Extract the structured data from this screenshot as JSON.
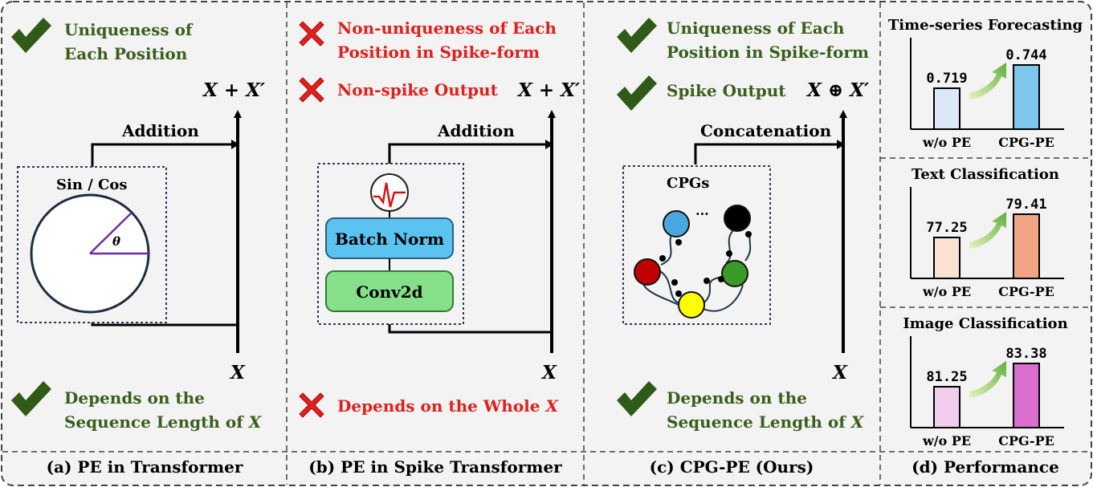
{
  "panels": {
    "a": {
      "caption": "(a) PE in Transformer",
      "good_top": [
        "Uniqueness of",
        "Each Position"
      ],
      "good_bottom": [
        "Depends on the",
        "Sequence Length of "
      ],
      "x_var": "X",
      "sum_label": "X + X′",
      "x_label": "X",
      "op_label": "Addition",
      "box_label": "Sin / Cos",
      "theta": "θ"
    },
    "b": {
      "caption": "(b) PE in Spike Transformer",
      "bad_1": [
        "Non-uniqueness of Each",
        "Position in Spike-form"
      ],
      "bad_2": "Non-spike Output",
      "bad_3": "Depends on the Whole ",
      "x_var": "X",
      "sum_label": "X + X′",
      "x_label": "X",
      "op_label": "Addition",
      "bn_label": "Batch Norm",
      "conv_label": "Conv2d"
    },
    "c": {
      "caption": "(c) CPG-PE (Ours)",
      "good_top": [
        "Uniqueness of Each",
        "Position in Spike-form"
      ],
      "good_mid": "Spike Output",
      "good_bottom": [
        "Depends on the",
        "Sequence Length of "
      ],
      "x_var": "X",
      "concat_label": "X ⊕ X′",
      "x_label": "X",
      "op_label": "Concatenation",
      "box_label": "CPGs",
      "ellipsis": "...",
      "node_colors": [
        "#4aa8e0",
        "#c00000",
        "#ffff00",
        "#3a9a2a",
        "#000000"
      ]
    },
    "d": {
      "caption": "(d) Performance",
      "charts_heading": [
        "Time-series Forecasting",
        "Text Classification",
        "Image Classification"
      ]
    }
  },
  "chart_data": [
    {
      "type": "bar",
      "title": "Time-series Forecasting",
      "categories": [
        "w/o PE",
        "CPG-PE"
      ],
      "values": [
        0.719,
        0.744
      ],
      "value_labels": [
        "0.719",
        "0.744"
      ],
      "colors": [
        "#dde8f6",
        "#7ec7ec"
      ]
    },
    {
      "type": "bar",
      "title": "Text Classification",
      "categories": [
        "w/o PE",
        "CPG-PE"
      ],
      "values": [
        77.25,
        79.41
      ],
      "value_labels": [
        "77.25",
        "79.41"
      ],
      "colors": [
        "#fbe0d4",
        "#f2a584"
      ]
    },
    {
      "type": "bar",
      "title": "Image Classification",
      "categories": [
        "w/o PE",
        "CPG-PE"
      ],
      "values": [
        81.25,
        83.38
      ],
      "value_labels": [
        "81.25",
        "83.38"
      ],
      "colors": [
        "#f1cdee",
        "#da6fcf"
      ]
    }
  ]
}
